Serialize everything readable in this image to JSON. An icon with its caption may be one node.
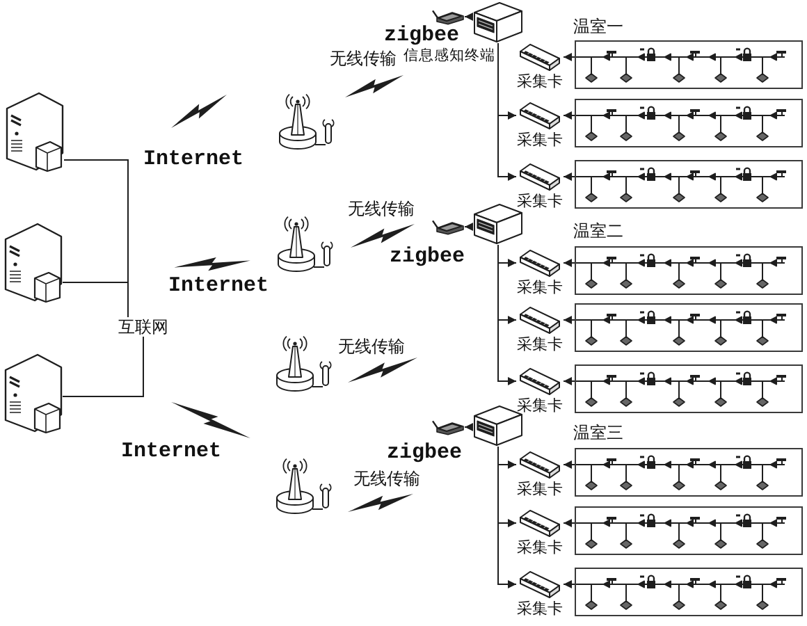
{
  "diagram": {
    "nodes": [
      {
        "text": [],
        "shape": "picture"
      },
      {
        "text": [],
        "shape": "picture"
      },
      {
        "text": [],
        "shape": "picture"
      },
      {
        "text": [
          "互联网"
        ]
      },
      {
        "text": [],
        "shape": "picture",
        "beside": [
          "zigbee"
        ]
      },
      {
        "text": [],
        "shape": "picture"
      },
      {
        "text": [
          "采集卡"
        ]
      },
      {
        "text": [],
        "shape": "box"
      },
      {
        "text": [
          "采集卡"
        ]
      },
      {
        "text": [],
        "shape": "box"
      },
      {
        "text": [
          "采集卡"
        ]
      },
      {
        "text": [],
        "shape": "box"
      },
      {
        "text": [],
        "shape": "picture",
        "beside": [
          "zigbee"
        ]
      },
      {
        "text": [],
        "shape": "picture"
      },
      {
        "text": [
          "采集卡"
        ]
      },
      {
        "text": [],
        "shape": "box"
      },
      {
        "text": [
          "采集卡"
        ]
      },
      {
        "text": [],
        "shape": "box"
      },
      {
        "text": [
          "采集卡"
        ]
      },
      {
        "text": [],
        "shape": "box"
      },
      {
        "text": [],
        "shape": "picture",
        "beside": [
          "zigbee"
        ]
      },
      {
        "text": [],
        "shape": "picture"
      },
      {
        "text": [
          "采集卡"
        ]
      },
      {
        "text": [],
        "shape": "box"
      },
      {
        "text": [
          "采集卡"
        ]
      },
      {
        "text": [],
        "shape": "box"
      },
      {
        "text": [
          "采集卡"
        ]
      },
      {
        "text": [],
        "shape": "box"
      }
    ],
    "edges": [
      {
        "from": 0,
        "to": 3,
        "arrow": "none"
      },
      {
        "from": 1,
        "to": 3,
        "arrow": "none"
      },
      {
        "from": 2,
        "to": 3,
        "arrow": "none"
      },
      {
        "from": 5,
        "to": 4,
        "arrow": "to"
      },
      {
        "from": 5,
        "to": 8,
        "arrow": "to"
      },
      {
        "from": 5,
        "to": 10,
        "arrow": "to"
      },
      {
        "from": 7,
        "to": 6,
        "arrow": "to"
      },
      {
        "from": 9,
        "to": 8,
        "arrow": "to"
      },
      {
        "from": 11,
        "to": 10,
        "arrow": "to"
      },
      {
        "from": 13,
        "to": 12,
        "arrow": "to"
      },
      {
        "from": 13,
        "to": 14,
        "arrow": "to"
      },
      {
        "from": 13,
        "to": 16,
        "arrow": "to"
      },
      {
        "from": 13,
        "to": 18,
        "arrow": "to"
      },
      {
        "from": 15,
        "to": 14,
        "arrow": "to"
      },
      {
        "from": 17,
        "to": 16,
        "arrow": "to"
      },
      {
        "from": 19,
        "to": 18,
        "arrow": "to"
      },
      {
        "from": 21,
        "to": 20,
        "arrow": "to"
      },
      {
        "from": 21,
        "to": 22,
        "arrow": "to"
      },
      {
        "from": 21,
        "to": 24,
        "arrow": "to"
      },
      {
        "from": 21,
        "to": 26,
        "arrow": "to"
      },
      {
        "from": 23,
        "to": 22,
        "arrow": "to"
      },
      {
        "from": 25,
        "to": 24,
        "arrow": "to"
      },
      {
        "from": 27,
        "to": 26,
        "arrow": "to"
      }
    ],
    "labels": [
      "温室一",
      "信息感知终端",
      "无线传输",
      "Internet",
      "无线传输",
      "温室二",
      "Internet",
      "无线传输",
      "温室三",
      "Internet",
      "无线传输"
    ]
  }
}
